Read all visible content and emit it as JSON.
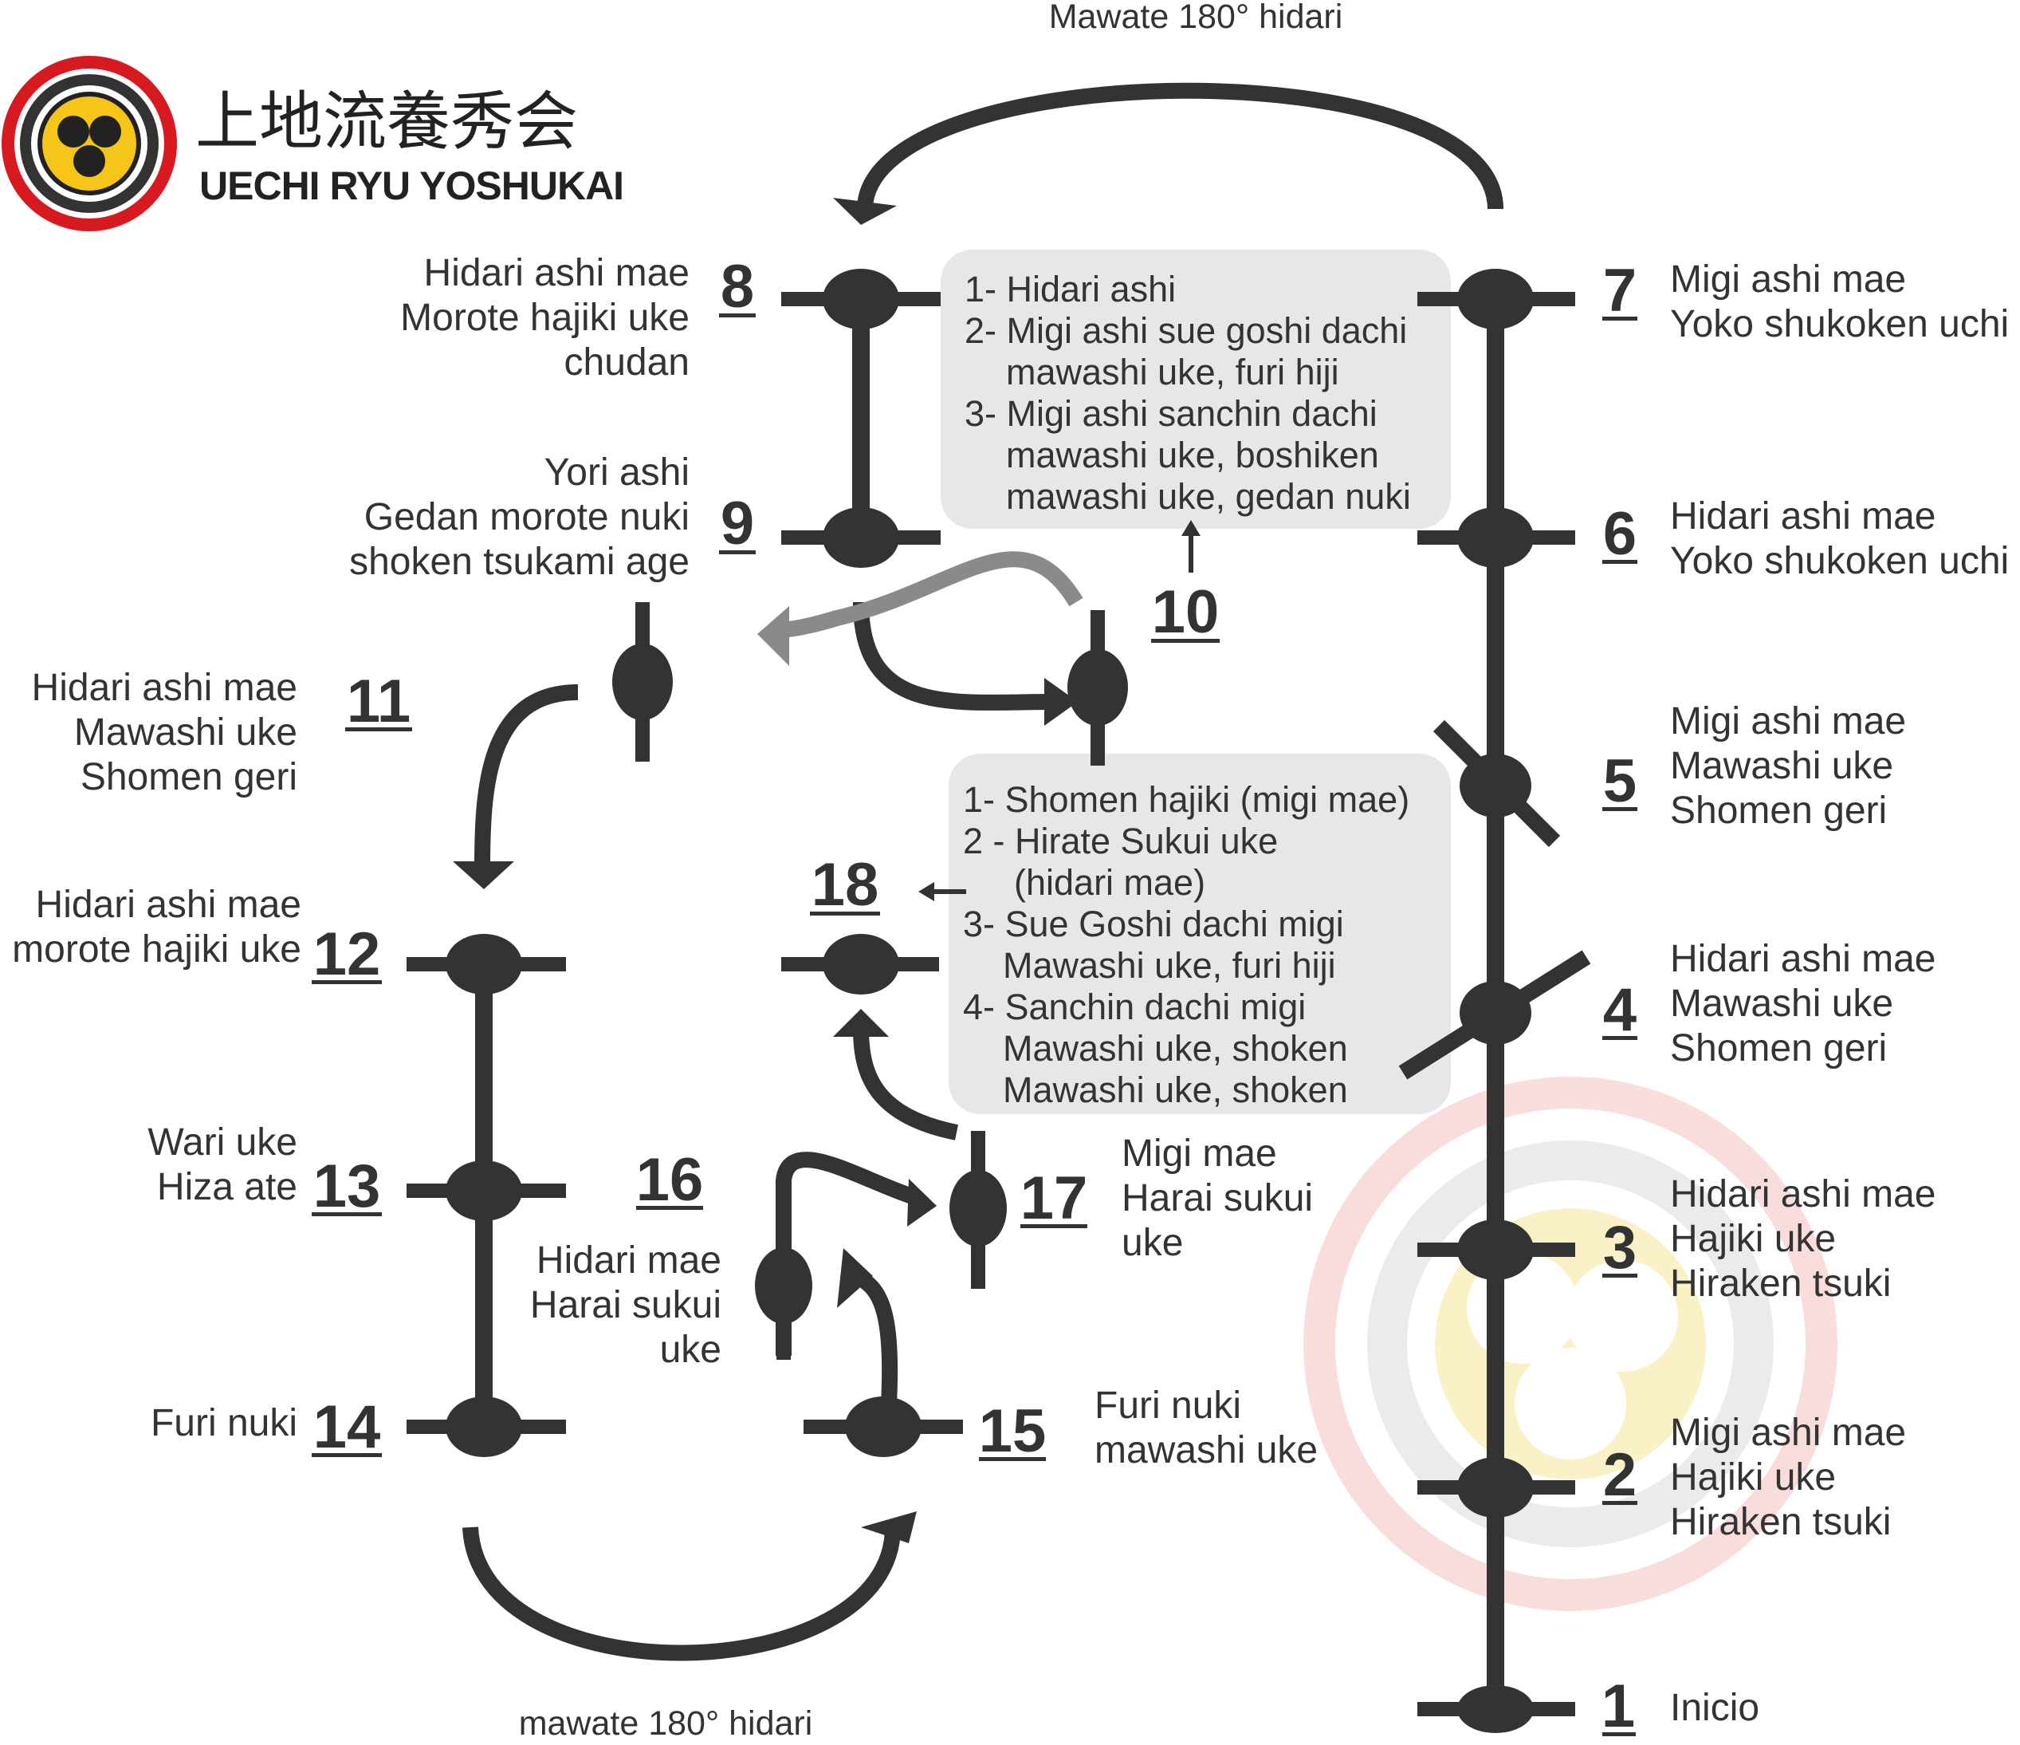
{
  "brand": {
    "kanji": "上地流養秀会",
    "name": "UECHI RYU YOSHUKAI"
  },
  "turns": {
    "top": "Mawate 180° hidari",
    "bottom": "mawate 180° hidari"
  },
  "steps": {
    "s1": {
      "num": "1",
      "lines": [
        "Inicio"
      ]
    },
    "s2": {
      "num": "2",
      "lines": [
        "Migi ashi mae",
        "Hajiki uke",
        "Hiraken tsuki"
      ]
    },
    "s3": {
      "num": "3",
      "lines": [
        "Hidari ashi mae",
        "Hajiki uke",
        "Hiraken tsuki"
      ]
    },
    "s4": {
      "num": "4",
      "lines": [
        "Hidari ashi mae",
        "Mawashi uke",
        "Shomen geri"
      ]
    },
    "s5": {
      "num": "5",
      "lines": [
        "Migi ashi mae",
        "Mawashi uke",
        "Shomen geri"
      ]
    },
    "s6": {
      "num": "6",
      "lines": [
        "Hidari ashi mae",
        "Yoko shukoken uchi"
      ]
    },
    "s7": {
      "num": "7",
      "lines": [
        "Migi ashi mae",
        "Yoko shukoken uchi"
      ]
    },
    "s8": {
      "num": "8",
      "lines": [
        "Hidari ashi mae",
        "Morote hajiki uke",
        "chudan"
      ]
    },
    "s9": {
      "num": "9",
      "lines": [
        "Yori ashi",
        "Gedan morote nuki",
        "shoken tsukami age"
      ]
    },
    "s10": {
      "num": "10"
    },
    "s11": {
      "num": "11",
      "lines": [
        "Hidari ashi mae",
        "Mawashi uke",
        "Shomen geri"
      ]
    },
    "s12": {
      "num": "12",
      "lines": [
        "Hidari ashi mae",
        "morote hajiki uke"
      ]
    },
    "s13": {
      "num": "13",
      "lines": [
        "Wari uke",
        "Hiza ate"
      ]
    },
    "s14": {
      "num": "14",
      "lines": [
        "Furi nuki"
      ]
    },
    "s15": {
      "num": "15",
      "lines": [
        "Furi nuki",
        "mawashi uke"
      ]
    },
    "s16": {
      "num": "16",
      "lines": [
        "Hidari mae",
        "Harai sukui",
        "uke"
      ]
    },
    "s17": {
      "num": "17",
      "lines": [
        "Migi mae",
        "Harai sukui",
        "uke"
      ]
    },
    "s18": {
      "num": "18"
    }
  },
  "box10": {
    "lines": [
      "1- Hidari ashi",
      "2- Migi ashi sue goshi dachi",
      "mawashi uke, furi hiji",
      "3- Migi ashi sanchin dachi",
      "mawashi uke, boshiken",
      "mawashi uke, gedan nuki"
    ]
  },
  "box18": {
    "lines": [
      "1-  Shomen hajiki (migi mae)",
      "2 - Hirate Sukui uke",
      "(hidari mae)",
      "3- Sue Goshi dachi migi",
      "Mawashi uke, furi hiji",
      "4- Sanchin dachi migi",
      "Mawashi uke, shoken",
      "Mawashi uke, shoken"
    ]
  },
  "colors": {
    "ink": "#333333",
    "box_fill": "#e6e7e8",
    "logo_red": "#d71920",
    "logo_yellow": "#f5c518",
    "grey_arrow": "#8a8a8a"
  }
}
